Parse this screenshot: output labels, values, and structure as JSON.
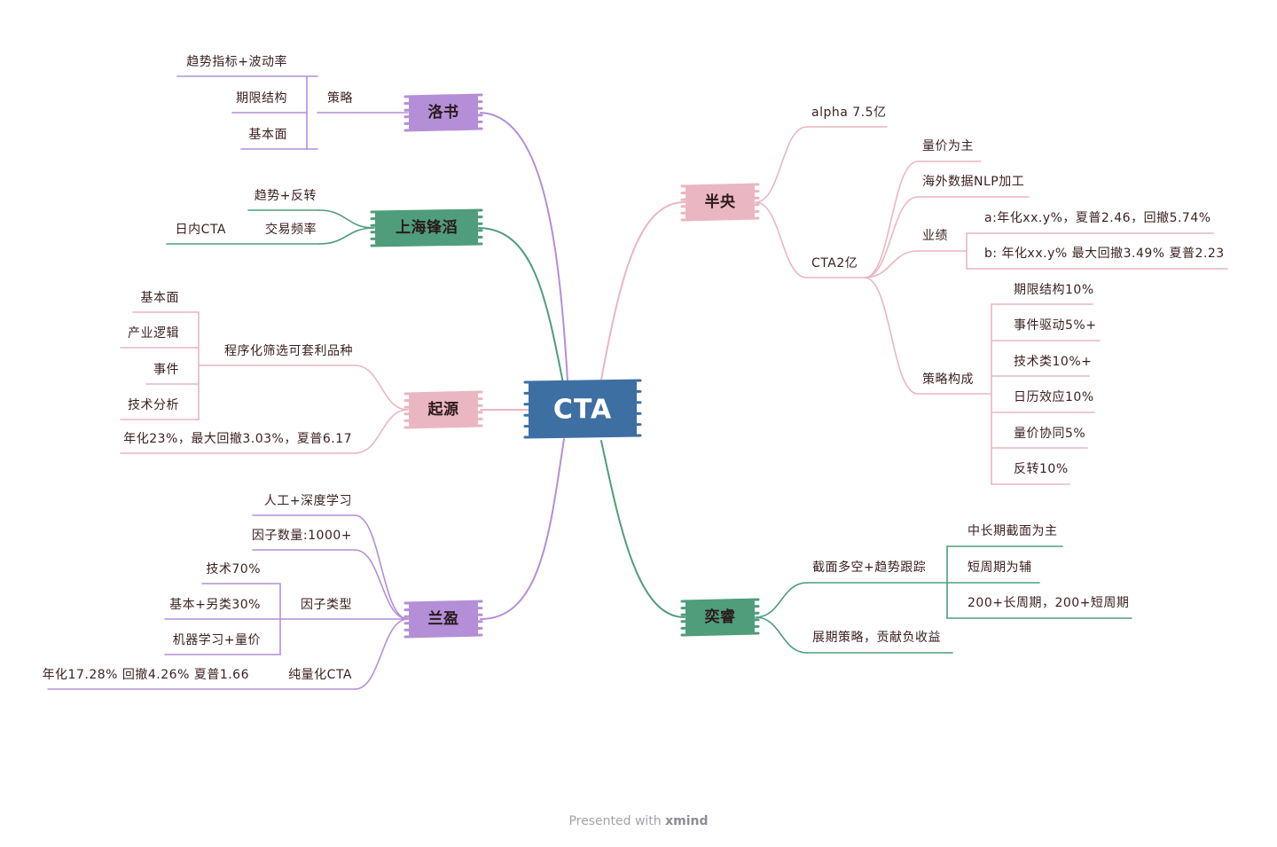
{
  "center": {
    "label": "CTA"
  },
  "colors": {
    "purple": "#b48fd8",
    "green": "#4f9d7b",
    "pink": "#eab6c1",
    "center": "#3d6fa3"
  },
  "topics": {
    "luoshu": {
      "label": "洛书",
      "strategy": "策略",
      "items": [
        "趋势指标+波动率",
        "期限结构",
        "基本面"
      ]
    },
    "shanghai": {
      "label": "上海锋滔",
      "trend": "趋势+反转",
      "freq": "交易频率",
      "intraday": "日内CTA"
    },
    "qiyuan": {
      "label": "起源",
      "program": "程序化筛选可套利品种",
      "items": [
        "基本面",
        "产业逻辑",
        "事件",
        "技术分析"
      ],
      "perf": "年化23%，最大回撤3.03%，夏普6.17"
    },
    "lanying": {
      "label": "兰盈",
      "ai": "人工+深度学习",
      "count": "因子数量:1000+",
      "types": "因子类型",
      "type_items": [
        "技术70%",
        "基本+另类30%",
        "机器学习+量价"
      ],
      "quant": "纯量化CTA",
      "perf": "年化17.28% 回撤4.26% 夏普1.66"
    },
    "banyang": {
      "label": "半央",
      "alpha": "alpha 7.5亿",
      "cta": "CTA2亿",
      "price": "量价为主",
      "nlp": "海外数据NLP加工",
      "perf": "业绩",
      "perf_a": "a:年化xx.y%，夏普2.46，回撤5.74%",
      "perf_b": "b: 年化xx.y% 最大回撤3.49% 夏普2.23",
      "comp": "策略构成",
      "comp_items": [
        "期限结构10%",
        "事件驱动5%+",
        "技术类10%+",
        "日历效应10%",
        "量价协同5%",
        "反转10%"
      ]
    },
    "yirui": {
      "label": "奕睿",
      "cross": "截面多空+趋势跟踪",
      "cross_items": [
        "中长期截面为主",
        "短周期为辅",
        "200+长周期，200+短周期"
      ],
      "roll": "展期策略，贡献负收益"
    }
  },
  "footer": {
    "prefix": "Presented with ",
    "brand": "xmind"
  }
}
